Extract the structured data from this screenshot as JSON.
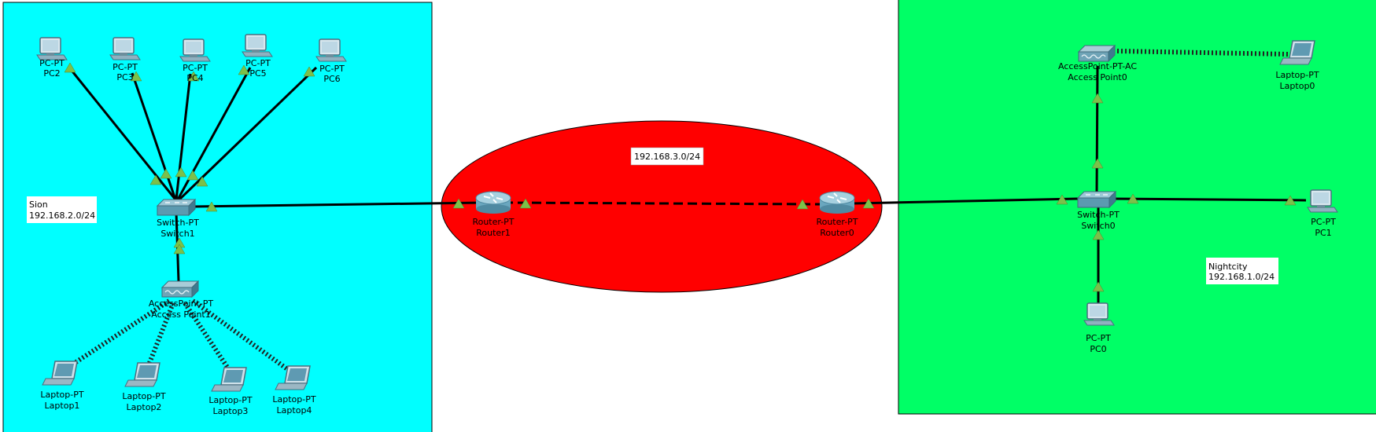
{
  "networks": {
    "sion": {
      "name": "Sion",
      "subnet": "192.168.2.0/24",
      "color": "#00ffff"
    },
    "nightcity": {
      "name": "Nightcity",
      "subnet": "192.168.1.0/24",
      "color": "#00ff66"
    },
    "wan": {
      "subnet": "192.168.3.0/24",
      "color": "#ff0000"
    }
  },
  "devices": {
    "pc2": {
      "type": "PC-PT",
      "name": "PC2"
    },
    "pc3": {
      "type": "PC-PT",
      "name": "PC3"
    },
    "pc4": {
      "type": "PC-PT",
      "name": "PC4"
    },
    "pc5": {
      "type": "PC-PT",
      "name": "PC5"
    },
    "pc6": {
      "type": "PC-PT",
      "name": "PC6"
    },
    "switch1": {
      "type": "Switch-PT",
      "name": "Switch1"
    },
    "ap1": {
      "type": "AccessPoint-PT",
      "name": "Access Point1"
    },
    "laptop1": {
      "type": "Laptop-PT",
      "name": "Laptop1"
    },
    "laptop2": {
      "type": "Laptop-PT",
      "name": "Laptop2"
    },
    "laptop3": {
      "type": "Laptop-PT",
      "name": "Laptop3"
    },
    "laptop4": {
      "type": "Laptop-PT",
      "name": "Laptop4"
    },
    "router1": {
      "type": "Router-PT",
      "name": "Router1"
    },
    "router0": {
      "type": "Router-PT",
      "name": "Router0"
    },
    "ap0": {
      "type": "AccessPoint-PT-AC",
      "name": "Access Point0"
    },
    "laptop0": {
      "type": "Laptop-PT",
      "name": "Laptop0"
    },
    "switch0": {
      "type": "Switch-PT",
      "name": "Switch0"
    },
    "pc1": {
      "type": "PC-PT",
      "name": "PC1"
    },
    "pc0": {
      "type": "PC-PT",
      "name": "PC0"
    }
  },
  "icons": {
    "pc": "pc-icon",
    "laptop": "laptop-icon",
    "switch": "switch-icon",
    "router": "router-icon",
    "access_point": "access-point-icon",
    "link_light": "link-status-triangle"
  },
  "colors": {
    "link_light": "#7cc04a",
    "device_body": "#5b9fb5"
  }
}
